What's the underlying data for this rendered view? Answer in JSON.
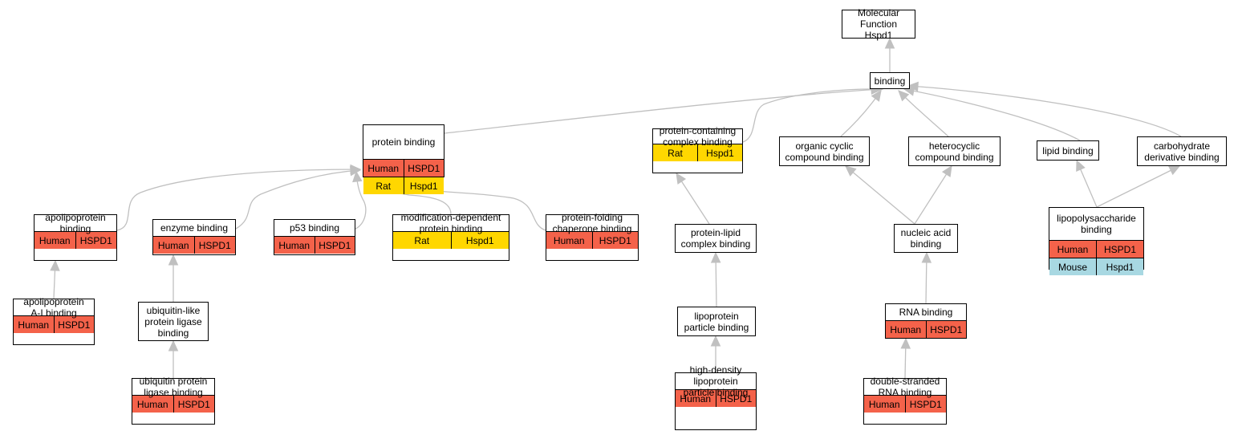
{
  "colors": {
    "Human": "#f4624a",
    "Rat": "#ffd700",
    "Mouse": "#a8d8e2",
    "edge": "#c0c0c0"
  },
  "nodes": [
    {
      "id": "mf",
      "label": "Molecular Function\nHspd1",
      "rows": []
    },
    {
      "id": "binding",
      "label": "binding",
      "rows": []
    },
    {
      "id": "protein_binding",
      "label": "protein binding",
      "rows": [
        {
          "species": "Human",
          "gene": "HSPD1"
        },
        {
          "species": "Rat",
          "gene": "Hspd1"
        }
      ]
    },
    {
      "id": "pc_complex",
      "label": "protein-containing\ncomplex binding",
      "rows": [
        {
          "species": "Rat",
          "gene": "Hspd1"
        }
      ]
    },
    {
      "id": "organic_cyclic",
      "label": "organic cyclic\ncompound binding",
      "rows": []
    },
    {
      "id": "heterocyclic",
      "label": "heterocyclic\ncompound binding",
      "rows": []
    },
    {
      "id": "lipid_binding",
      "label": "lipid binding",
      "rows": []
    },
    {
      "id": "carbohydrate",
      "label": "carbohydrate\nderivative binding",
      "rows": []
    },
    {
      "id": "apolipoprotein",
      "label": "apolipoprotein\nbinding",
      "rows": [
        {
          "species": "Human",
          "gene": "HSPD1"
        }
      ]
    },
    {
      "id": "enzyme",
      "label": "enzyme binding",
      "rows": [
        {
          "species": "Human",
          "gene": "HSPD1"
        }
      ]
    },
    {
      "id": "p53",
      "label": "p53 binding",
      "rows": [
        {
          "species": "Human",
          "gene": "HSPD1"
        }
      ]
    },
    {
      "id": "mod_dep",
      "label": "modification-dependent\nprotein binding",
      "rows": [
        {
          "species": "Rat",
          "gene": "Hspd1"
        }
      ]
    },
    {
      "id": "folding",
      "label": "protein-folding\nchaperone binding",
      "rows": [
        {
          "species": "Human",
          "gene": "HSPD1"
        }
      ]
    },
    {
      "id": "protein_lipid",
      "label": "protein-lipid\ncomplex binding",
      "rows": []
    },
    {
      "id": "nucleic",
      "label": "nucleic acid\nbinding",
      "rows": []
    },
    {
      "id": "lps",
      "label": "lipopolysaccharide\nbinding",
      "rows": [
        {
          "species": "Human",
          "gene": "HSPD1"
        },
        {
          "species": "Mouse",
          "gene": "Hspd1"
        }
      ]
    },
    {
      "id": "apoA1",
      "label": "apolipoprotein\nA-I binding",
      "rows": [
        {
          "species": "Human",
          "gene": "HSPD1"
        }
      ]
    },
    {
      "id": "ubl_ligase",
      "label": "ubiquitin-like\nprotein ligase\nbinding",
      "rows": []
    },
    {
      "id": "lipoprotein",
      "label": "lipoprotein\nparticle binding",
      "rows": []
    },
    {
      "id": "rna",
      "label": "RNA binding",
      "rows": [
        {
          "species": "Human",
          "gene": "HSPD1"
        }
      ]
    },
    {
      "id": "ubq_ligase",
      "label": "ubiquitin protein\nligase binding",
      "rows": [
        {
          "species": "Human",
          "gene": "HSPD1"
        }
      ]
    },
    {
      "id": "hdl",
      "label": "high-density\nlipoprotein\nparticle binding",
      "rows": [
        {
          "species": "Human",
          "gene": "HSPD1"
        }
      ]
    },
    {
      "id": "dsrna",
      "label": "double-stranded\nRNA binding",
      "rows": [
        {
          "species": "Human",
          "gene": "HSPD1"
        }
      ]
    }
  ],
  "edges": [
    {
      "from": "binding",
      "to": "mf"
    },
    {
      "from": "protein_binding",
      "to": "binding"
    },
    {
      "from": "pc_complex",
      "to": "binding"
    },
    {
      "from": "organic_cyclic",
      "to": "binding"
    },
    {
      "from": "heterocyclic",
      "to": "binding"
    },
    {
      "from": "lipid_binding",
      "to": "binding"
    },
    {
      "from": "carbohydrate",
      "to": "binding"
    },
    {
      "from": "apolipoprotein",
      "to": "protein_binding"
    },
    {
      "from": "enzyme",
      "to": "protein_binding"
    },
    {
      "from": "p53",
      "to": "protein_binding"
    },
    {
      "from": "mod_dep",
      "to": "protein_binding"
    },
    {
      "from": "folding",
      "to": "protein_binding"
    },
    {
      "from": "protein_lipid",
      "to": "pc_complex"
    },
    {
      "from": "nucleic",
      "to": "organic_cyclic"
    },
    {
      "from": "nucleic",
      "to": "heterocyclic"
    },
    {
      "from": "lps",
      "to": "lipid_binding"
    },
    {
      "from": "lps",
      "to": "carbohydrate"
    },
    {
      "from": "apoA1",
      "to": "apolipoprotein"
    },
    {
      "from": "ubl_ligase",
      "to": "enzyme"
    },
    {
      "from": "lipoprotein",
      "to": "protein_lipid"
    },
    {
      "from": "rna",
      "to": "nucleic"
    },
    {
      "from": "ubq_ligase",
      "to": "ubl_ligase"
    },
    {
      "from": "hdl",
      "to": "lipoprotein"
    },
    {
      "from": "dsrna",
      "to": "rna"
    }
  ]
}
